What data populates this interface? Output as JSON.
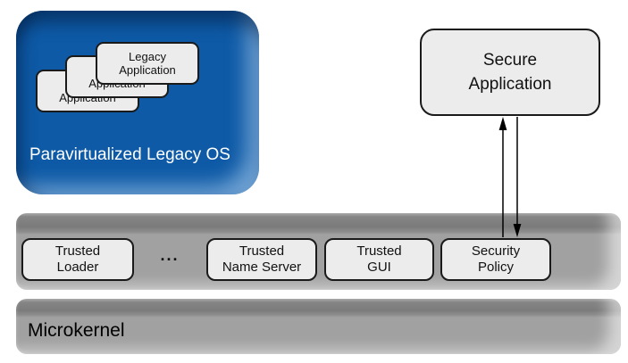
{
  "legacy_os": {
    "label": "Paravirtualized Legacy OS",
    "color": "#0E5AA6",
    "text_color": "#FFFFFF",
    "apps": [
      {
        "line1": "Legacy",
        "line2": "Application"
      },
      {
        "line1": "Legacy",
        "line2": "Application"
      },
      {
        "line1": "Legacy",
        "line2": "Application"
      }
    ]
  },
  "secure_app": {
    "line1": "Secure",
    "line2": "Application"
  },
  "services_bar": {
    "color": "#A1A1A1",
    "ellipsis": "...",
    "items": [
      {
        "line1": "Trusted",
        "line2": "Loader"
      },
      {
        "line1": "Trusted",
        "line2": "Name Server"
      },
      {
        "line1": "Trusted",
        "line2": "GUI"
      },
      {
        "line1": "Security",
        "line2": "Policy"
      }
    ]
  },
  "microkernel": {
    "label": "Microkernel"
  },
  "box_style": {
    "fill": "#ECECEC",
    "border": "#1A1A1A"
  },
  "arrows": {
    "color": "#000000"
  }
}
